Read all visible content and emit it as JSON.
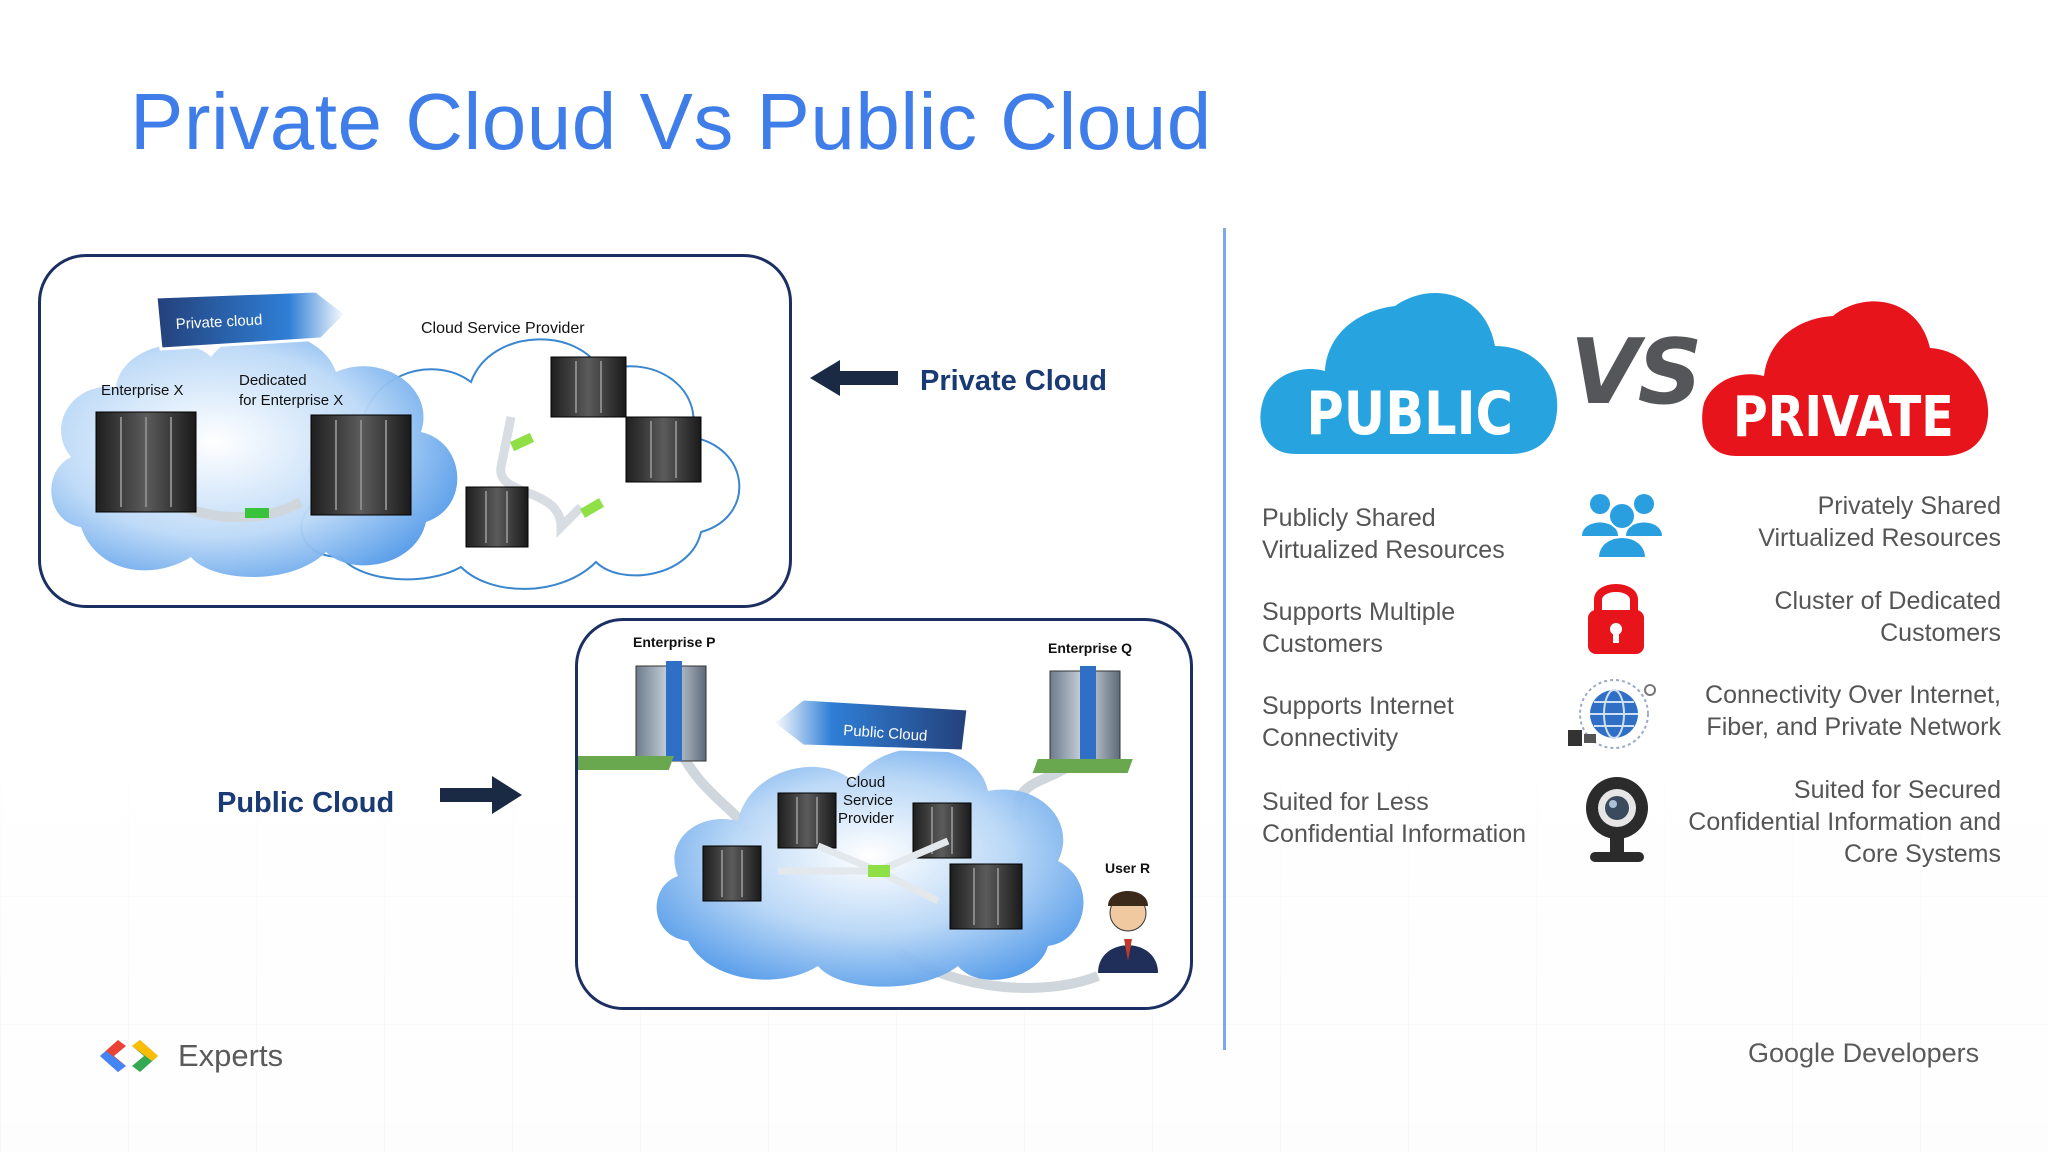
{
  "title": "Private Cloud Vs Public Cloud",
  "private_diagram": {
    "banner": "Private cloud",
    "provider": "Cloud Service Provider",
    "enterprise": "Enterprise X",
    "dedicated_line1": "Dedicated",
    "dedicated_line2": "for Enterprise X"
  },
  "public_diagram": {
    "banner": "Public Cloud",
    "enterprise_p": "Enterprise P",
    "enterprise_q": "Enterprise Q",
    "provider_line1": "Cloud",
    "provider_line2": "Service",
    "provider_line3": "Provider",
    "user": "User R"
  },
  "callouts": {
    "private": "Private Cloud",
    "public": "Public Cloud"
  },
  "comparison": {
    "left_badge": "PUBLIC",
    "vs": "VS",
    "right_badge": "PRIVATE",
    "rows": [
      {
        "icon": "users-icon",
        "left_line1": "Publicly Shared",
        "left_line2": "Virtualized Resources",
        "right_line1": "Privately Shared",
        "right_line2": "Virtualized Resources",
        "right_line3": ""
      },
      {
        "icon": "lock-icon",
        "left_line1": "Supports Multiple",
        "left_line2": "Customers",
        "right_line1": "Cluster of Dedicated",
        "right_line2": "Customers",
        "right_line3": ""
      },
      {
        "icon": "globe-network-icon",
        "left_line1": "Supports Internet",
        "left_line2": "Connectivity",
        "right_line1": "Connectivity Over Internet,",
        "right_line2": "Fiber, and Private Network",
        "right_line3": ""
      },
      {
        "icon": "webcam-icon",
        "left_line1": "Suited for Less",
        "left_line2": "Confidential  Information",
        "right_line1": "Suited for Secured",
        "right_line2": "Confidential Information and",
        "right_line3": "Core Systems"
      }
    ]
  },
  "colors": {
    "title": "#3f7ee8",
    "public_cloud": "#27a4e0",
    "private_cloud": "#e8141b",
    "callout_text": "#1a3a73"
  },
  "footer": {
    "brand_left": "Experts",
    "brand_right": "Google Developers"
  }
}
